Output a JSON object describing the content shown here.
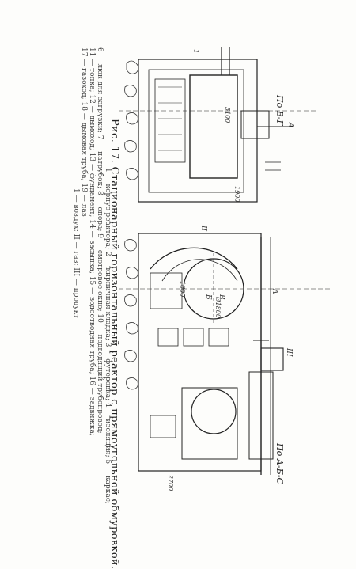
{
  "caption": {
    "title": "Рис. 17. Стационарный горизонтальный реактор с прямоугольной обмуровкой.",
    "legend_lines": [
      "1 — корпус реактора; 2 — кирпичная кладка; 3 — футеровка; 4 — изоляция; 5 — каркас;",
      "6 — люк для загрузки; 7 — патрубок; 8 — опора; 9 — смотровое окно; 10 — подводящий трубопровод;",
      "11 — топка; 12 — дымоход; 13 — фундамент; 14 — засыпка; 15 — водоотводная труба; 16 — задвижка;",
      "17 — газоход; 18 — дымовая труба; 19 — лаз",
      "1 — воздух; II — газ; III — продукт"
    ]
  },
  "sections": {
    "top": "По В-Г",
    "bottom": "По А-Б-С"
  },
  "dimensions": [
    "5100",
    "1900",
    "Ø1800",
    "1600",
    "2700"
  ],
  "markers": [
    "1",
    "II",
    "Б",
    "В",
    "A",
    "A",
    "III"
  ]
}
